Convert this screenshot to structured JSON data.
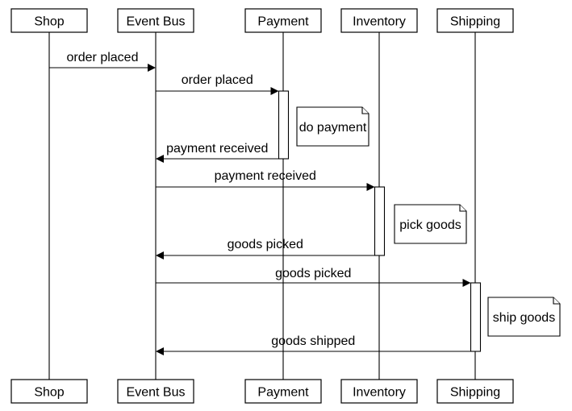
{
  "participants": [
    "Shop",
    "Event Bus",
    "Payment",
    "Inventory",
    "Shipping"
  ],
  "messages": [
    {
      "from": "Shop",
      "to": "Event Bus",
      "label": "order placed"
    },
    {
      "from": "Event Bus",
      "to": "Payment",
      "label": "order placed"
    },
    {
      "from": "Payment",
      "to": "Event Bus",
      "label": "payment received"
    },
    {
      "from": "Event Bus",
      "to": "Inventory",
      "label": "payment received"
    },
    {
      "from": "Inventory",
      "to": "Event Bus",
      "label": "goods picked"
    },
    {
      "from": "Event Bus",
      "to": "Shipping",
      "label": "goods picked"
    },
    {
      "from": "Shipping",
      "to": "Event Bus",
      "label": "goods shipped"
    }
  ],
  "notes": [
    {
      "participant": "Payment",
      "text": "do payment"
    },
    {
      "participant": "Inventory",
      "text": "pick goods"
    },
    {
      "participant": "Shipping",
      "text": "ship goods"
    }
  ]
}
